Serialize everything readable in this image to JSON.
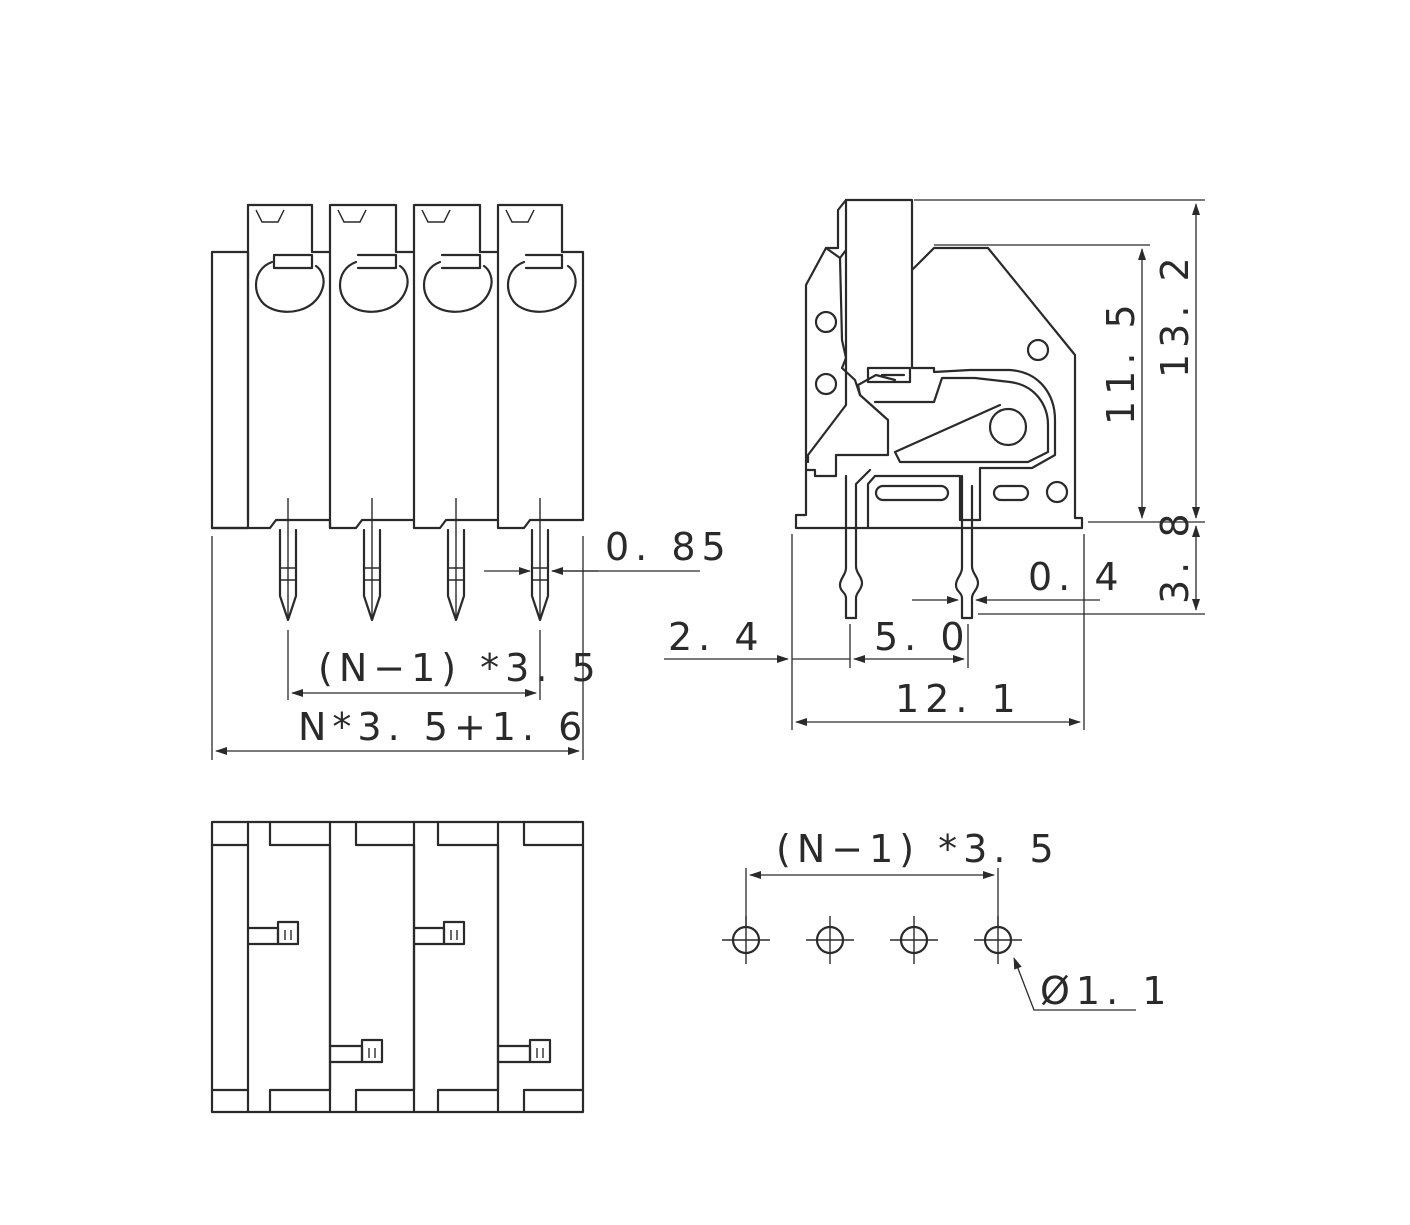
{
  "dimensions": {
    "pin_width": "0. 85",
    "pitch_front": "(N−1) *3. 5",
    "overall_width": "N*3. 5+1. 6",
    "height_total": "13. 2",
    "height_body": "11. 5",
    "pin_length": "3. 8",
    "pin_thickness": "0. 4",
    "offset": "2. 4",
    "pin_spacing": "5. 0",
    "depth": "12. 1",
    "pitch_pcb": "(N−1) *3. 5",
    "hole_diameter": "Ø1. 1"
  }
}
